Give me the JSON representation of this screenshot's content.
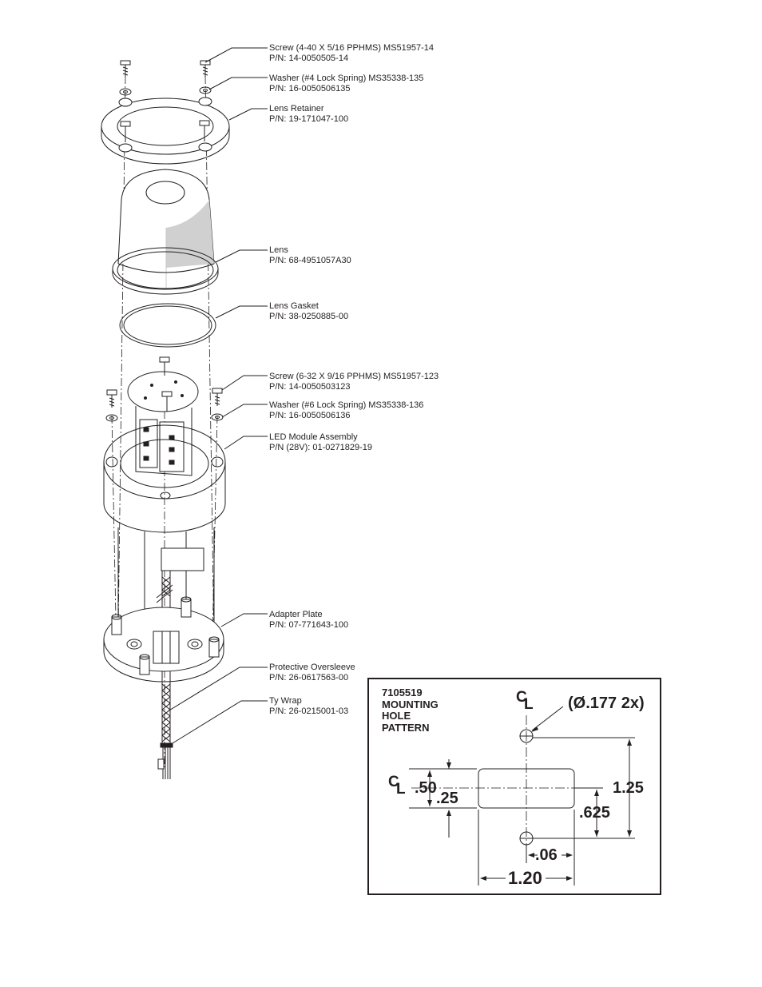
{
  "callouts": [
    {
      "id": "screw-440",
      "line1": "Screw (4-40 X 5/16 PPHMS) MS51957-14",
      "line2": "P/N: 14-0050505-14"
    },
    {
      "id": "washer-4",
      "line1": "Washer (#4 Lock Spring) MS35338-135",
      "line2": "P/N: 16-0050506135"
    },
    {
      "id": "lens-retainer",
      "line1": "Lens Retainer",
      "line2": "P/N: 19-171047-100"
    },
    {
      "id": "lens",
      "line1": "Lens",
      "line2": "P/N: 68-4951057A30"
    },
    {
      "id": "lens-gasket",
      "line1": "Lens Gasket",
      "line2": "P/N: 38-0250885-00"
    },
    {
      "id": "screw-632",
      "line1": "Screw (6-32 X 9/16 PPHMS) MS51957-123",
      "line2": "P/N: 14-0050503123"
    },
    {
      "id": "washer-6",
      "line1": "Washer (#6 Lock Spring) MS35338-136",
      "line2": "P/N: 16-0050506136"
    },
    {
      "id": "led-module",
      "line1": "LED Module Assembly",
      "line2": "P/N (28V): 01-0271829-19"
    },
    {
      "id": "adapter-plate",
      "line1": "Adapter Plate",
      "line2": "P/N: 07-771643-100"
    },
    {
      "id": "oversleeve",
      "line1": "Protective Oversleeve",
      "line2": "P/N: 26-0617563-00"
    },
    {
      "id": "ty-wrap",
      "line1": "Ty Wrap",
      "line2": "P/N: 26-0215001-03"
    }
  ],
  "mounting_pattern": {
    "title_lines": [
      "7105519",
      "MOUNTING",
      "HOLE",
      "PATTERN"
    ],
    "centerline_c": "C",
    "centerline_l": "L",
    "hole_note": "(Ø.177 2x)",
    "dimensions": {
      "d050": ".50",
      "d025": ".25",
      "d125": "1.25",
      "d0625": ".625",
      "d006": ".06",
      "d120": "1.20"
    }
  }
}
